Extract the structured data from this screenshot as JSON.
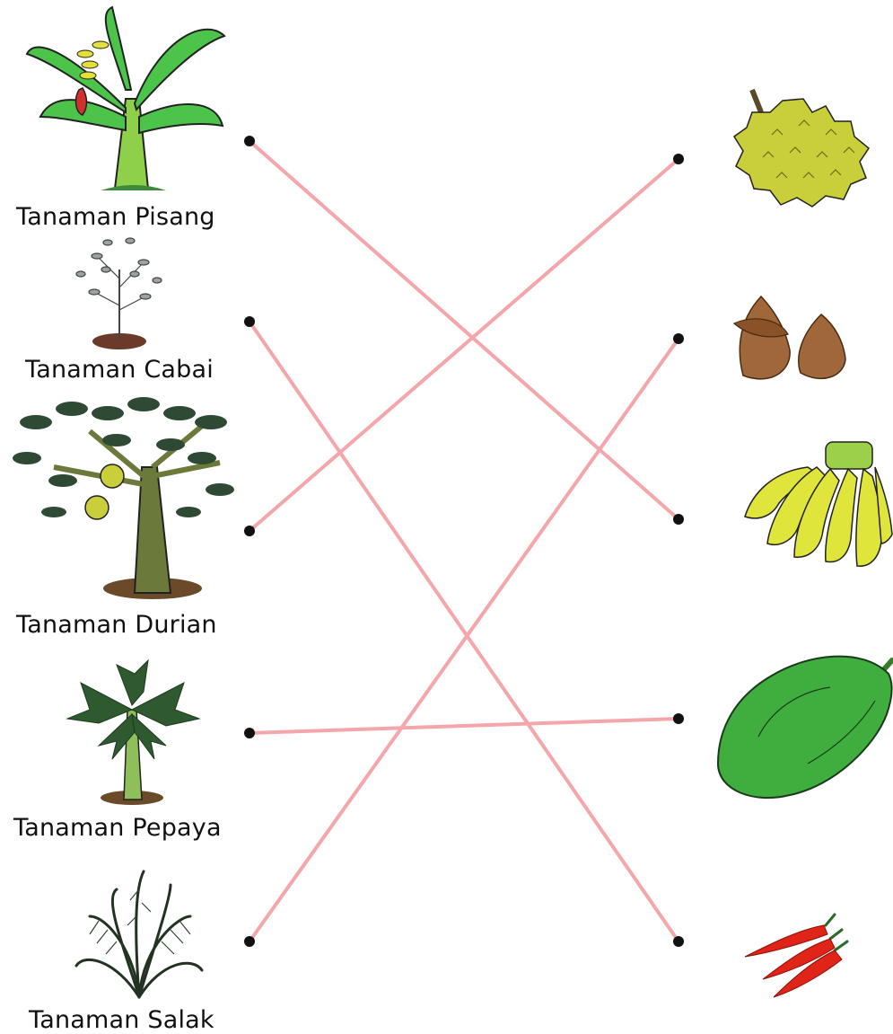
{
  "plants": [
    {
      "label": "Tanaman Pisang",
      "icon": "banana-plant-icon"
    },
    {
      "label": "Tanaman Cabai",
      "icon": "chili-plant-icon"
    },
    {
      "label": "Tanaman Durian",
      "icon": "durian-tree-icon"
    },
    {
      "label": "Tanaman Pepaya",
      "icon": "papaya-tree-icon"
    },
    {
      "label": "Tanaman Salak",
      "icon": "salak-palm-icon"
    }
  ],
  "fruits": [
    {
      "icon": "durian-fruit-icon"
    },
    {
      "icon": "salak-fruit-icon"
    },
    {
      "icon": "banana-bunch-icon"
    },
    {
      "icon": "papaya-fruit-icon"
    },
    {
      "icon": "chili-peppers-icon"
    }
  ],
  "connections": [
    {
      "plant": 0,
      "fruit": 2
    },
    {
      "plant": 1,
      "fruit": 4
    },
    {
      "plant": 2,
      "fruit": 0
    },
    {
      "plant": 3,
      "fruit": 3
    },
    {
      "plant": 4,
      "fruit": 1
    }
  ],
  "colors": {
    "line": "#f4a6aa",
    "dot": "#111111",
    "leaf": "#4cc44a",
    "leaf_dark": "#2f4a34",
    "durian": "#c9cf3a",
    "salak": "#a0683a",
    "banana": "#dfe53a",
    "papaya": "#3fae3f",
    "chili": "#e02418"
  }
}
